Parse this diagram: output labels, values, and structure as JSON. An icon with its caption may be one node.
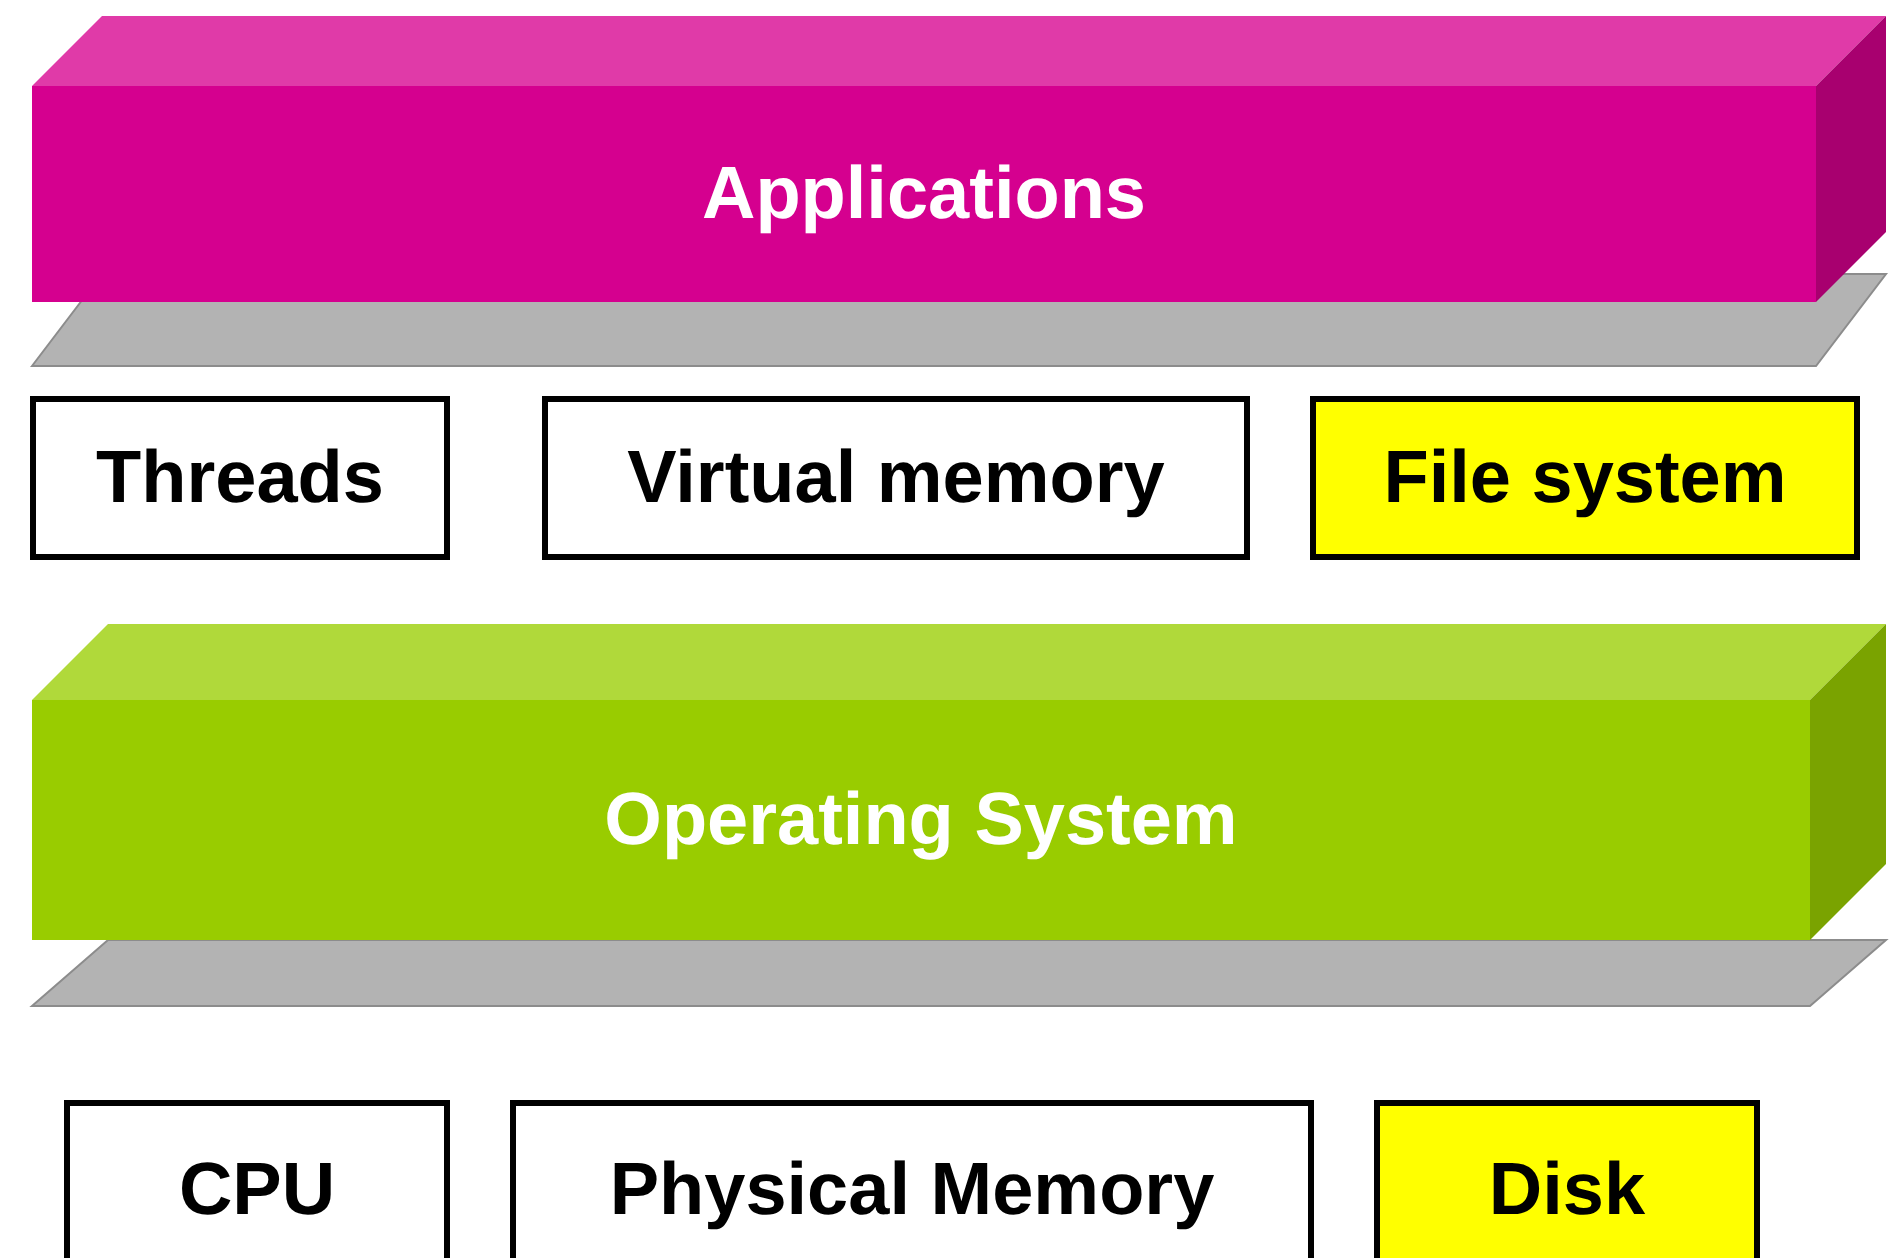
{
  "diagram": {
    "nodes": [
      {
        "text": [
          "Applications"
        ]
      },
      {
        "text": [
          "Threads"
        ]
      },
      {
        "text": [
          "Virtual memory"
        ]
      },
      {
        "text": [
          "File system"
        ]
      },
      {
        "text": [
          "Operating System"
        ]
      },
      {
        "text": [
          "CPU"
        ]
      },
      {
        "text": [
          "Physical Memory"
        ]
      },
      {
        "text": [
          "Disk"
        ]
      }
    ]
  }
}
